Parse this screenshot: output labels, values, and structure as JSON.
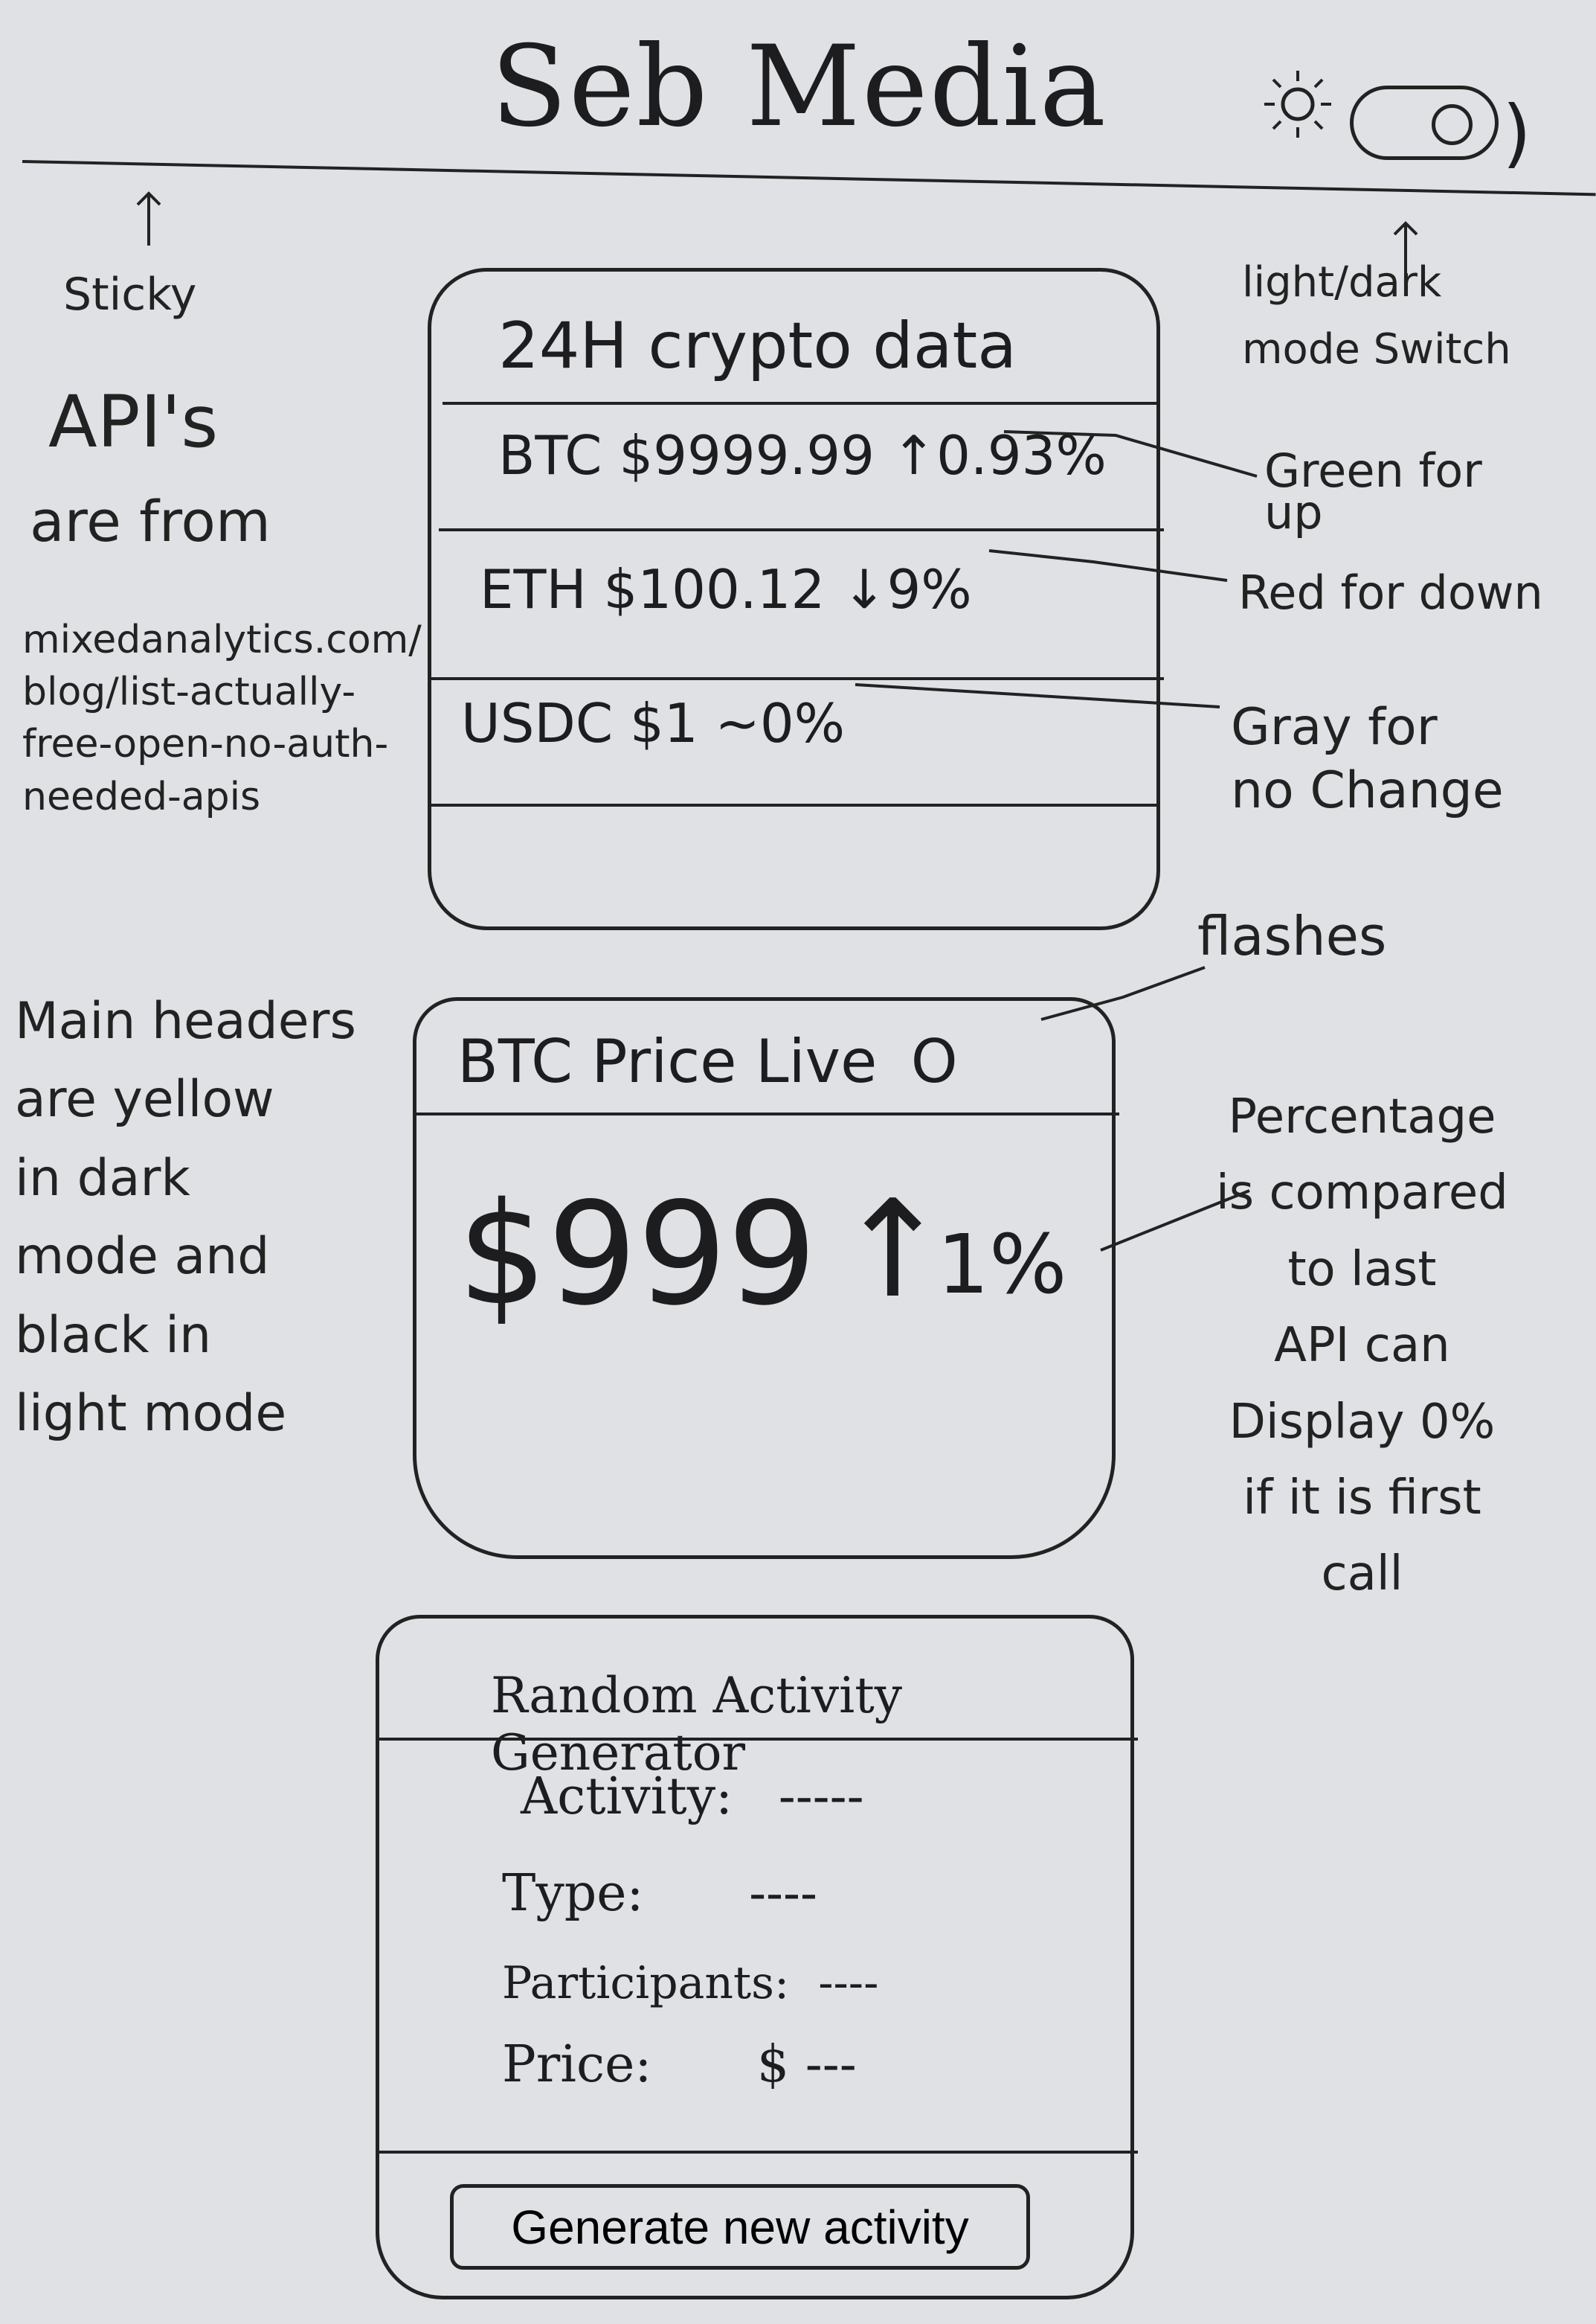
{
  "header": {
    "title": "Seb Media",
    "sticky_note": "Sticky",
    "mode_switch_note": "light/dark\nmode Switch"
  },
  "api_note": {
    "heading": "API's",
    "line2": "are from",
    "url": "mixedanalytics.com/\nblog/list-actually-\nfree-open-no-auth-\nneeded-apis"
  },
  "main_headers_note": "Main headers\nare yellow\nin dark\nmode and\nblack in\nlight mode",
  "crypto_card": {
    "title": "24H crypto data",
    "rows": [
      {
        "symbol": "BTC",
        "price": "$9999.99",
        "arrow": "↑",
        "change": "0.93%",
        "status": "up"
      },
      {
        "symbol": "ETH",
        "price": "$100.12",
        "arrow": "↓",
        "change": "9%",
        "status": "down"
      },
      {
        "symbol": "USDC",
        "price": "$1",
        "arrow": "~",
        "change": "0%",
        "status": "none"
      }
    ],
    "notes": {
      "green": "Green for\nup",
      "red": "Red for down",
      "gray": "Gray for\nno Change"
    }
  },
  "btc_card": {
    "title": "BTC Price Live",
    "indicator": "O",
    "flashes_note": "flashes",
    "price": "$999",
    "arrow": "↑",
    "change": "1%",
    "percentage_note": "Percentage\nis compared\nto last\nAPI can\nDisplay 0%\nif it is first\ncall"
  },
  "activity_card": {
    "title": "Random Activity Generator",
    "fields": [
      {
        "label": "Activity:",
        "value": "-----"
      },
      {
        "label": "Type:",
        "value": "----"
      },
      {
        "label": "Participants:",
        "value": "----"
      },
      {
        "label": "Price:",
        "value": "$ ---"
      }
    ],
    "button_label": "Generate new activity"
  },
  "colors": {
    "paper": "#dfe1e4",
    "ink": "#1d1d1f"
  },
  "icons": [
    "sun-icon",
    "toggle-switch",
    "moon-icon"
  ]
}
